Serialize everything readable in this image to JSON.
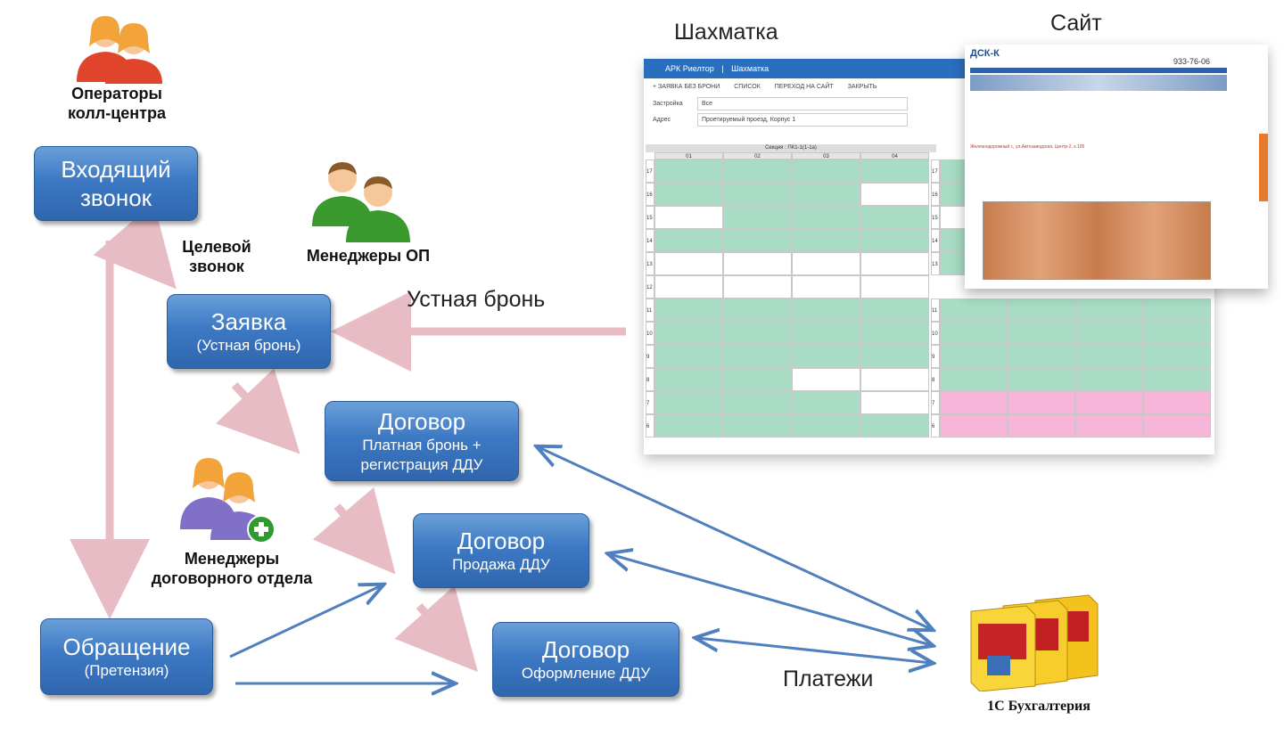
{
  "labels": {
    "operators": "Операторы колл-центра",
    "managers_op": "Менеджеры ОП",
    "target_call": "Целевой звонок",
    "contract_managers": "Менеджеры договорного отдела",
    "oral_booking": "Устная бронь",
    "payments": "Платежи",
    "chessboard": "Шахматка",
    "site": "Сайт",
    "accounting": "1С Бухгалтерия"
  },
  "nodes": {
    "incoming_call": {
      "title": "Входящий звонок"
    },
    "request": {
      "title": "Заявка",
      "subtitle": "(Устная бронь)"
    },
    "contract_booking": {
      "title": "Договор",
      "subtitle": "Платная бронь + регистрация ДДУ"
    },
    "contract_sale": {
      "title": "Договор",
      "subtitle": "Продажа ДДУ"
    },
    "appeal": {
      "title": "Обращение",
      "subtitle": "(Претензия)"
    },
    "contract_formal": {
      "title": "Договор",
      "subtitle": "Оформление ДДУ"
    }
  },
  "chessboard_app": {
    "app_title": "АРК Риелтор",
    "screen_title": "Шахматка",
    "toolbar": [
      "ЗАЯВКА БЕЗ БРОНИ",
      "СПИСОК",
      "ПЕРЕХОД НА САЙТ",
      "ЗАКРЫТЬ"
    ],
    "filter_developer_label": "Застройка",
    "filter_developer_value": "Все",
    "filter_address_label": "Адрес",
    "filter_address_value": "Проетируемый проезд, Корпус 1",
    "section_title": "Секция : ПК1-1(1-1а)",
    "columns": [
      "01",
      "02",
      "03",
      "04"
    ],
    "floors": [
      "17",
      "16",
      "15",
      "14",
      "13",
      "12",
      "11",
      "10",
      "9",
      "8",
      "7",
      "6"
    ]
  },
  "website": {
    "logo": "ДСК-К",
    "phone": "933-76-06",
    "heading": "Железнодорожный г., ул.Автозаводская, Центр-2, к.105"
  },
  "colors": {
    "node_top": "#6a9fd8",
    "node_bottom": "#2f66ae",
    "arrow_pink": "#e8bcc4",
    "arrow_blue": "#4f7fbf",
    "cell_green": "#a8dcc4",
    "cell_pink": "#f7b6d9"
  },
  "icons": [
    "operators-icon",
    "managers-op-icon",
    "contract-managers-icon",
    "accounting-box-icon"
  ]
}
